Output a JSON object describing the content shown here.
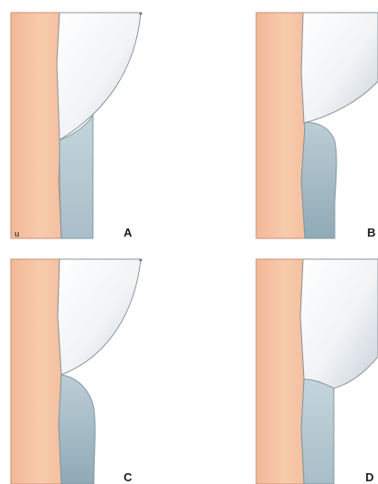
{
  "figure": {
    "panels": [
      {
        "id": "A",
        "label": "A",
        "corner_mark": "u"
      },
      {
        "id": "B",
        "label": "B"
      },
      {
        "id": "C",
        "label": "C"
      },
      {
        "id": "D",
        "label": "D"
      }
    ],
    "colors": {
      "background": "#ffffff",
      "tooth_body": "#f6c4a4",
      "tooth_edge": "#c98f74",
      "enamel_light": "#ffffff",
      "enamel_shadow": "#c9d1d9",
      "enamel_edge": "#8c939a",
      "gingiva_light": "#bed0d8",
      "gingiva_dark": "#97afba",
      "gingiva_edge": "#7f97a3"
    }
  }
}
